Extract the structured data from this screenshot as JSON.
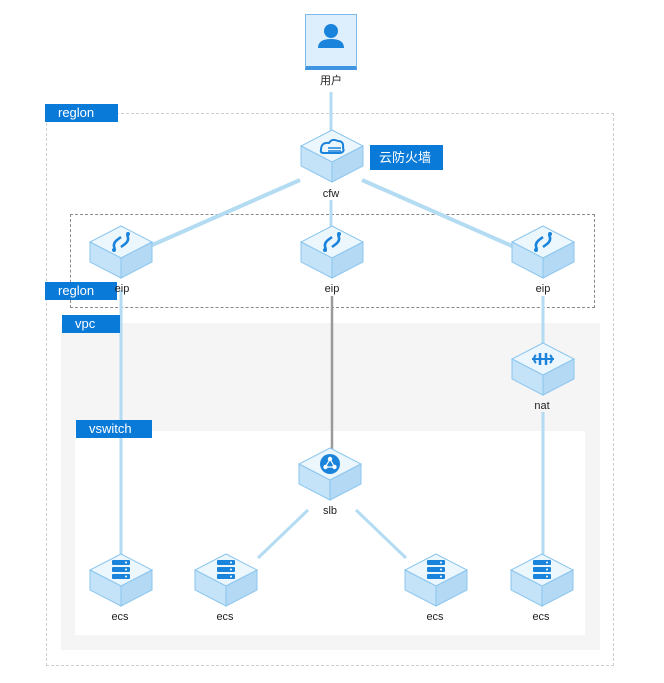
{
  "labels": {
    "region_top": "reglon",
    "region_eip": "reglon",
    "vpc": "vpc",
    "vswitch": "vswitch",
    "firewall": "云防火墙"
  },
  "nodes": {
    "user": "用户",
    "cfw": "cfw",
    "eip_left": "eip",
    "eip_mid": "eip",
    "eip_right": "eip",
    "nat": "nat",
    "slb": "slb",
    "ecs_1": "ecs",
    "ecs_2": "ecs",
    "ecs_3": "ecs",
    "ecs_4": "ecs"
  },
  "colors": {
    "tag_blue": "#0a7ad8",
    "link_light": "#b3dcf3",
    "link_gray": "#9a9a9a",
    "cube_top": "#ecf6fd",
    "cube_side": "#c5e3f8",
    "icon_blue": "#1a84dc"
  },
  "icons": {
    "user": "user-icon",
    "cfw": "cloud-firewall-icon",
    "eip": "elastic-ip-icon",
    "nat": "nat-gateway-icon",
    "slb": "load-balancer-icon",
    "ecs": "server-icon"
  }
}
